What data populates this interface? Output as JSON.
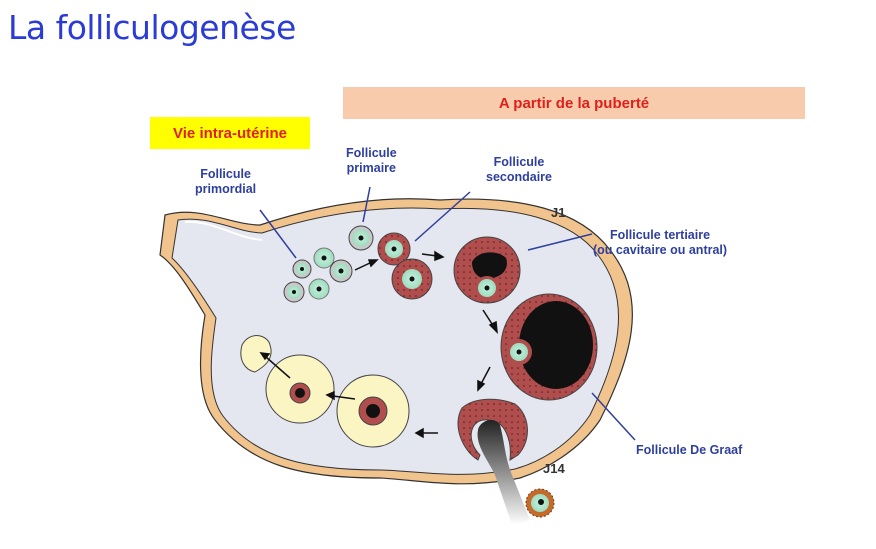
{
  "title": "La folliculogenèse",
  "periods": {
    "puberte": "A partir de la puberté",
    "intra_uterine": "Vie intra-utérine"
  },
  "labels": {
    "primordial": [
      "Follicule",
      "primordial"
    ],
    "primaire": [
      "Follicule",
      "primaire"
    ],
    "secondaire": [
      "Follicule",
      "secondaire"
    ],
    "tertiaire": [
      "Follicule tertiaire",
      "(ou cavitaire ou antral)"
    ],
    "de_graaf": "Follicule De Graaf",
    "j1": "J1",
    "j14": "J14"
  },
  "colors": {
    "title": "#2a3bd6",
    "label": "#2e3f9e",
    "period_text": "#e0201a",
    "puberte_band": "#f8cbad",
    "intra_uterine_band": "#ffff00",
    "ovary_capsule": "#f2c48d",
    "stroma": "#e4e6f0",
    "granulosa": "#a84a4a",
    "oocyte": "#a9e4c8",
    "corpus_luteum": "#fbf5c4"
  }
}
